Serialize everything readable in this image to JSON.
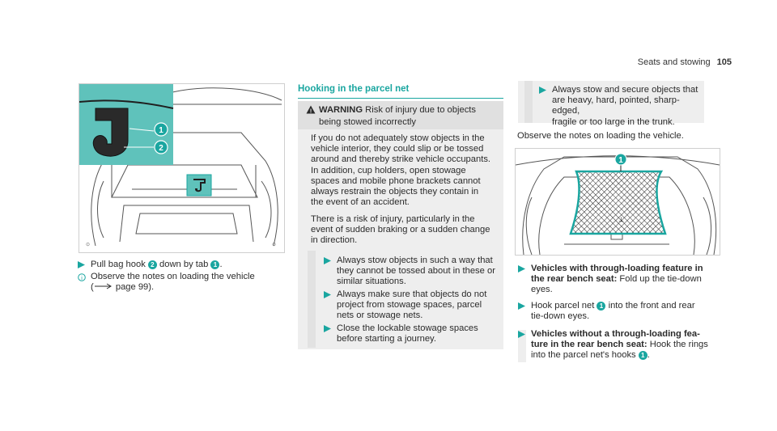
{
  "header": {
    "section": "Seats and stowing",
    "page": "105"
  },
  "left": {
    "step1_pre": "Pull bag hook ",
    "step1_mid": " down by tab ",
    "step1_post": ".",
    "note_line1": "Observe the notes on loading the vehicle",
    "note_line2_pre": "(",
    "note_line2_post": " page 99).",
    "badge2": "2",
    "badge1": "1"
  },
  "middle": {
    "title": "Hooking in the parcel net",
    "warning_label": "WARNING",
    "warning_line1": " Risk of injury due to objects",
    "warning_line2": "being stowed incorrectly",
    "para1": [
      "If you do not adequately stow objects in the",
      "vehicle interior, they could slip or be tossed",
      "around and thereby strike vehicle occupants.",
      "In addition, cup holders, open stowage",
      "spaces and mobile phone brackets cannot",
      "always restrain the objects they contain in",
      "the event of an accident."
    ],
    "para2": [
      "There is a risk of injury, particularly in the",
      "event of sudden braking or a sudden change",
      "in direction."
    ],
    "bullet1": [
      "Always stow objects in such a way that",
      "they cannot be tossed about in these or",
      "similar situations."
    ],
    "bullet2": [
      "Always make sure that objects do not",
      "project from stowage spaces, parcel",
      "nets or stowage nets."
    ],
    "bullet3": [
      "Close the lockable stowage spaces",
      "before starting a journey."
    ]
  },
  "right": {
    "box_bullet": [
      "Always stow and secure objects that",
      "are heavy, hard, pointed, sharp-edged,",
      "fragile or too large in the trunk."
    ],
    "observe": "Observe the notes on loading the vehicle.",
    "s1_bold": [
      "Vehicles with through-loading feature in",
      "the rear bench seat:"
    ],
    "s1_text": [
      " Fold up the tie-down",
      "eyes."
    ],
    "s2": [
      "Hook parcel net ",
      " into the front and rear",
      "tie-down eyes."
    ],
    "s3_bold": [
      "Vehicles without a through-loading fea-",
      "ture in the rear bench seat:"
    ],
    "s3_text": [
      " Hook the rings",
      "into the parcel net's hooks ",
      "."
    ],
    "badge1": "1"
  },
  "colors": {
    "accent": "#1aa6a0",
    "figure_highlight": "#5fc2bb"
  }
}
